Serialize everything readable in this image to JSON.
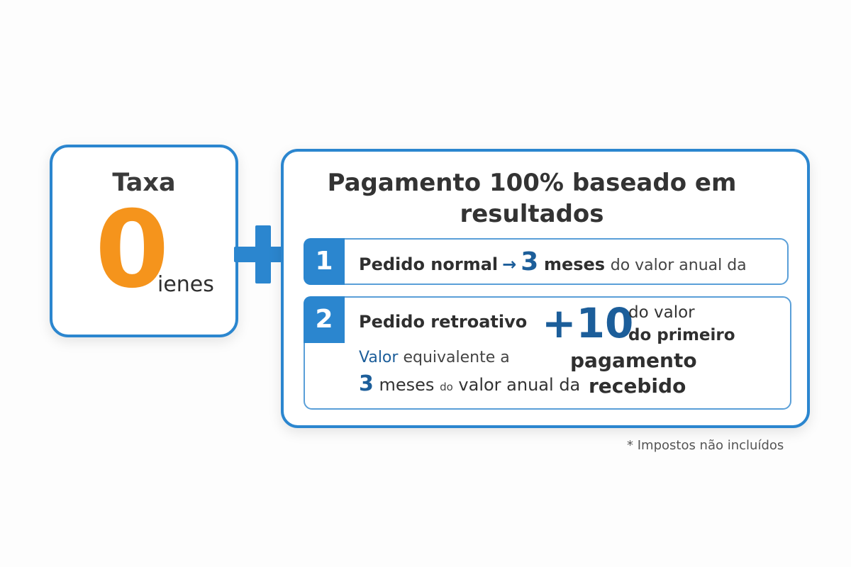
{
  "fee_card": {
    "title": "Taxa",
    "amount": "0",
    "unit": "ienes"
  },
  "result_card": {
    "title_line1": "Pagamento 100% baseado em",
    "title_line2": "resultados",
    "row1": {
      "number": "1",
      "label": "Pedido normal",
      "arrow": "→",
      "months": "3",
      "months_word": "meses",
      "tail": "do valor anual da"
    },
    "row2": {
      "number": "2",
      "label": "Pedido retroativo",
      "bonus": "+10",
      "side_line1": "do valor",
      "side_line2": "do primeiro",
      "big_line1": "pagamento",
      "big_line2": "recebido",
      "sub_accent": "Valor",
      "sub_line1_rest": "equivalente a",
      "sub_num": "3",
      "sub_months": "meses",
      "sub_small": "do",
      "sub_tail": "valor anual da"
    }
  },
  "note": "* Impostos não incluídos",
  "colors": {
    "accent_blue": "#2b86cf",
    "dark_blue": "#1c5e9a",
    "orange": "#f5941c"
  }
}
